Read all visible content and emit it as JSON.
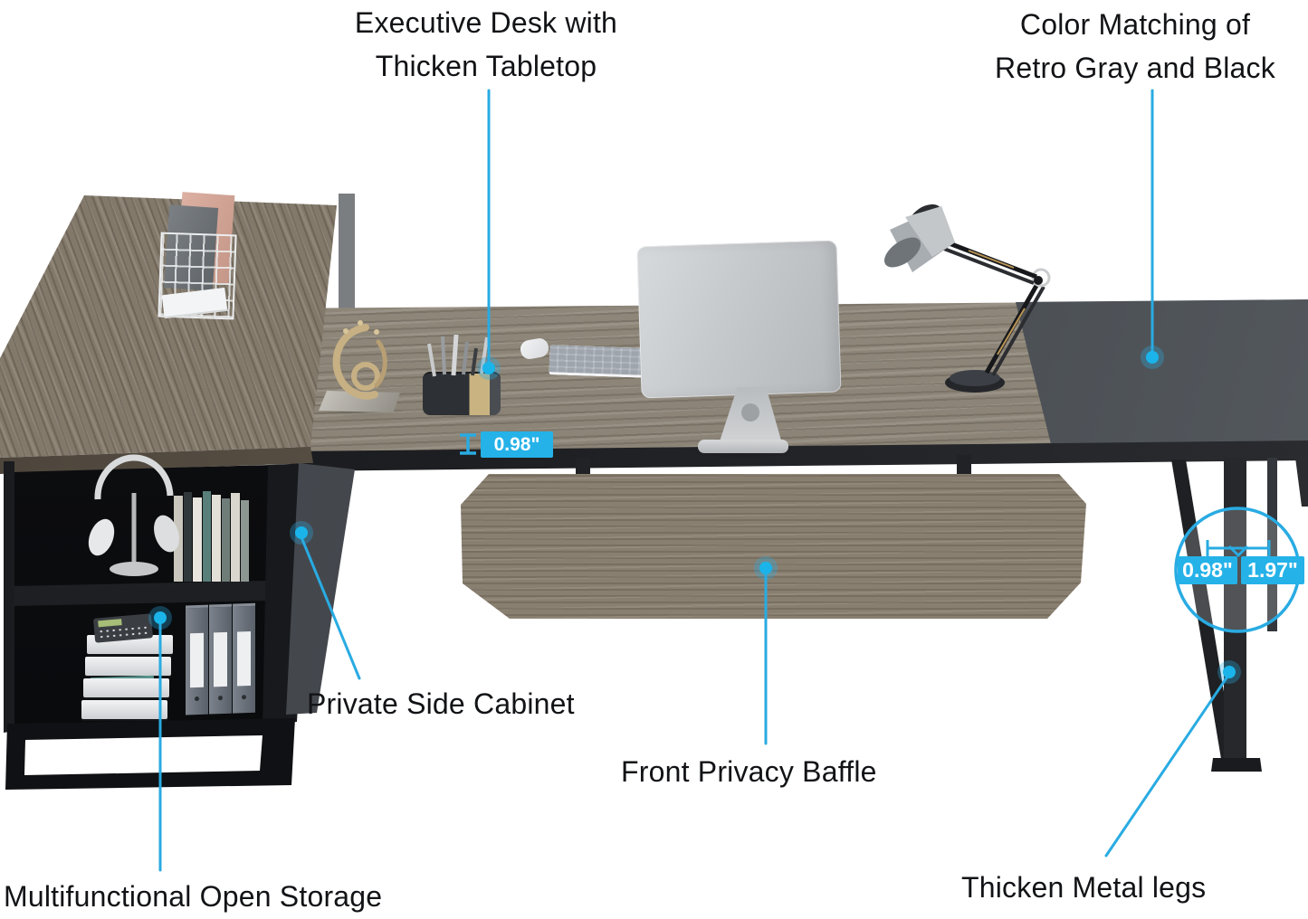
{
  "accent_color": "#29abe2",
  "labels": {
    "tabletop": {
      "line1": "Executive Desk with",
      "line2": "Thicken Tabletop"
    },
    "color_matching": {
      "line1": "Color Matching of",
      "line2": "Retro Gray and Black"
    },
    "side_cabinet": "Private Side Cabinet",
    "privacy_baffle": "Front Privacy Baffle",
    "open_storage": "Multifunctional Open Storage",
    "metal_legs": "Thicken Metal legs"
  },
  "measurements": {
    "tabletop_thickness": "0.98\"",
    "leg_frame_depth": "0.98\"",
    "leg_frame_width": "1.97\""
  },
  "materials": {
    "desktop_wood": "#8f8779",
    "cabinet_wood": "#82796b",
    "baffle_wood": "#897f70",
    "black_tabletop": "#43474b",
    "metal_black": "#26282c"
  },
  "icons": {
    "thickness_gauge": "i-beam-measure-icon",
    "width_gauge": "double-arrow-measure-icon",
    "zoom_circle": "magnifier-circle"
  }
}
